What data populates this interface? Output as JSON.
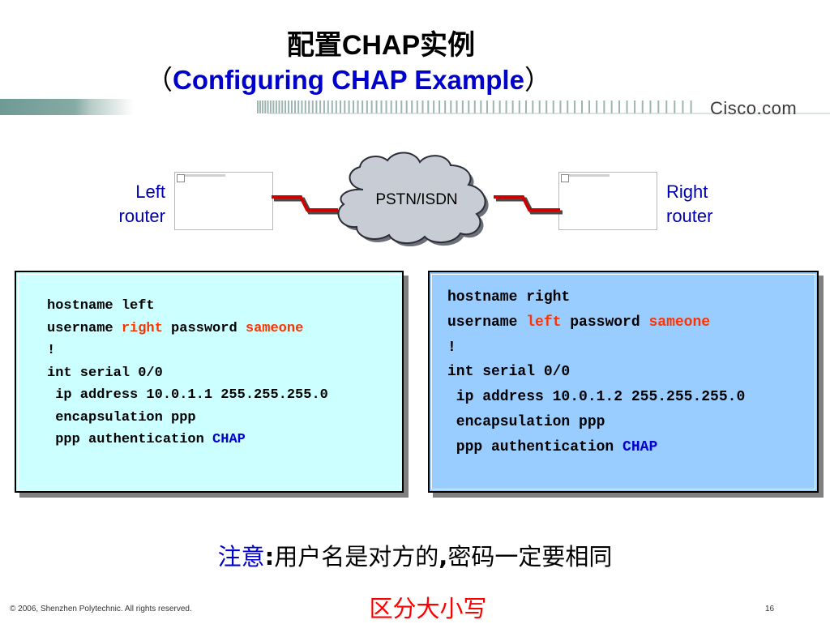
{
  "title": {
    "cn_prefix": "配置",
    "cn_bold": "CHAP",
    "cn_suffix": "实例",
    "en_open": "（",
    "en_text": "Configuring CHAP Example",
    "en_close": "）"
  },
  "header": {
    "logo": "Cisco.com"
  },
  "diagram": {
    "left_label_line1": "Left",
    "left_label_line2": "router",
    "right_label_line1": "Right",
    "right_label_line2": "router",
    "cloud_label": "PSTN/ISDN"
  },
  "config_left": {
    "l1": "hostname left",
    "l2_a": "username ",
    "l2_user": "right",
    "l2_b": " password ",
    "l2_pass": "sameone",
    "l3": "!",
    "l4": "int serial 0/0",
    "l5": " ip address 10.0.1.1 255.255.255.0",
    "l6": " encapsulation ppp",
    "l7_a": " ppp authentication ",
    "l7_b": "CHAP"
  },
  "config_right": {
    "l1": "hostname right",
    "l2_a": "username ",
    "l2_user": "left",
    "l2_b": " password ",
    "l2_pass": "sameone",
    "l3": "!",
    "l4": "int serial 0/0",
    "l5": " ip address 10.0.1.2 255.255.255.0",
    "l6": " encapsulation ppp",
    "l7_a": " ppp authentication ",
    "l7_b": "CHAP"
  },
  "notes": {
    "label": "注意",
    "colon": ":",
    "text1": "用户名是对方的",
    "comma": ",",
    "text2": "密码一定要相同",
    "case_note": "区分大小写"
  },
  "footer": {
    "copyright": "© 2006, Shenzhen Polytechnic. All rights reserved.",
    "page": "16"
  },
  "colors": {
    "left_box": "#ccffff",
    "right_box": "#99ccff",
    "accent_blue": "#0000cc",
    "accent_red": "#ff3300",
    "link_red": "#cc0000",
    "cloud": "#c8ccd4"
  }
}
